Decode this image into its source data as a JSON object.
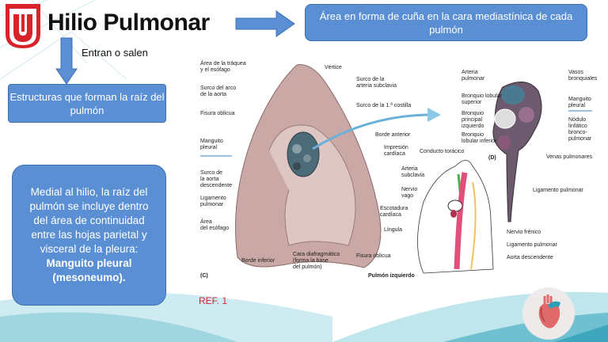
{
  "header": {
    "title": "Hilio Pulmonar",
    "subtitle": "Entran o salen"
  },
  "callouts": {
    "definition": "Área en forma de cuña en la cara mediastínica de cada pulmón",
    "structures": "Estructuras que forman la raíz del pulmón",
    "medial_text": "Medial al hilio, la raíz del pulmón se incluye dentro del área de continuidad entre las hojas parietal y visceral de la pleura: ",
    "medial_bold": "Manguito pleural (mesoneumo)."
  },
  "reference": "REF. 1",
  "colors": {
    "box_blue": "#5b8fd4",
    "logo_red": "#d9232a",
    "ref_red": "#d2282e",
    "bg_teal": "#8fd0dc"
  },
  "icons": [
    "university-logo",
    "arrow-right-icon",
    "arrow-down-icon",
    "heart-icon"
  ],
  "figure": {
    "labels_c": [
      "Área de la tráquea\ny el esófago",
      "Vértice",
      "Surco de la\narteria subclavia",
      "Surco del arco\nde la aorta",
      "Surco de la 1.ª costilla",
      "Fisura oblicua",
      "Borde anterior",
      "Manguito\npleural",
      "Impresión\ncardíaca",
      "Surco de\nla aorta\ndescendente",
      "Ligamento\npulmonar",
      "Área\ndel esófago",
      "Escotadura\ncardíaca",
      "Língula",
      "Borde inferior",
      "Cara diafragmática\n(forma la base\ndel pulmón)",
      "Fisura oblicua",
      "(C)",
      "Pulmón izquierdo"
    ],
    "labels_d": [
      "Arteria\npulmonar",
      "Bronquio lobular\nsuperior",
      "Bronquio\nprincipal\nizquierdo",
      "Bronquio\nlobular inferior",
      "(D)",
      "Vasos\nbronquiales",
      "Manguito\npleural",
      "Nódulo\nlinfático\nbronco-\npulmonar",
      "Venas pulmonares",
      "Ligamento pulmonar"
    ],
    "labels_sketch": [
      "Conducto torácico",
      "Arteria\nsubclavia",
      "Nervio\nvago",
      "Nervio frénico",
      "Ligamento pulmonar",
      "Aorta descendente"
    ]
  }
}
